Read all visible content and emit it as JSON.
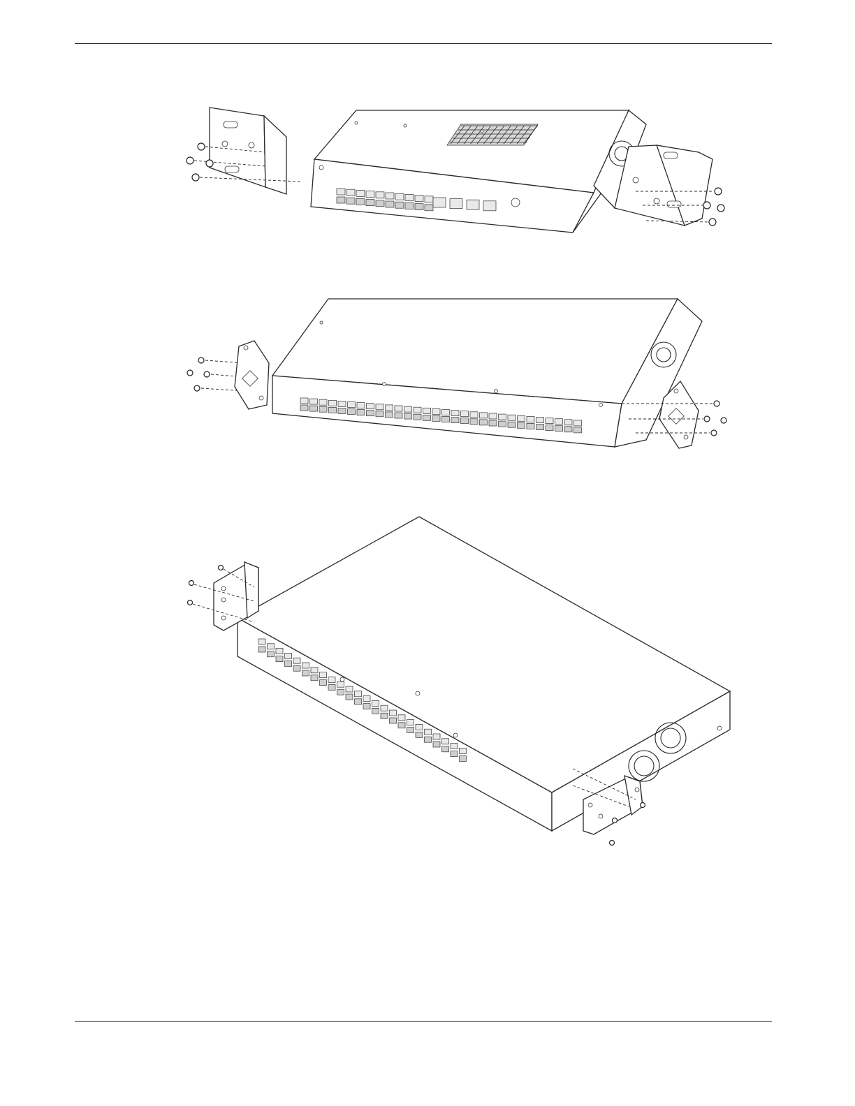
{
  "page": {
    "figures": [
      {
        "id": "figure-1",
        "description_icon": "bracket-mount-top-side"
      },
      {
        "id": "figure-2",
        "description_icon": "bracket-mount-mid-side"
      },
      {
        "id": "figure-3",
        "description_icon": "bracket-mount-isometric"
      }
    ]
  }
}
